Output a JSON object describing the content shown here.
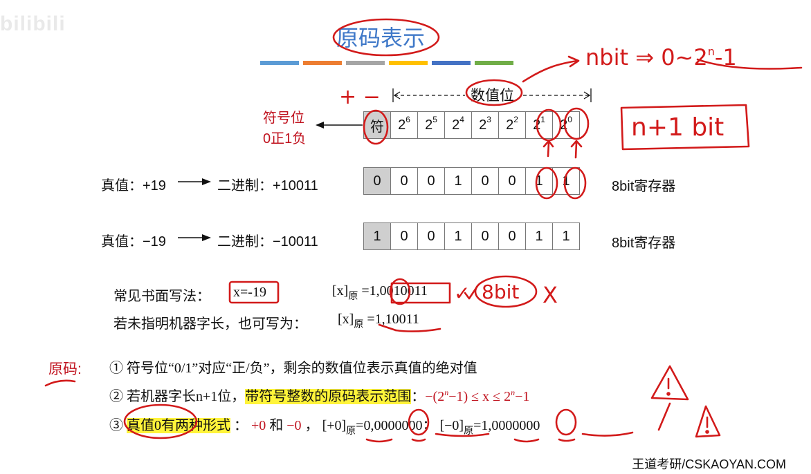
{
  "watermark": "bilibili",
  "title": "原码表示",
  "stripe_colors": [
    "#5b9bd5",
    "#ed7d31",
    "#a5a5a5",
    "#ffc000",
    "#4472c4",
    "#70ad47"
  ],
  "value_bits_label": "数值位",
  "sign_label_line1": "符号位",
  "sign_label_line2": "0正1负",
  "header_cells": [
    "符",
    "2",
    "2",
    "2",
    "2",
    "2",
    "2",
    "2"
  ],
  "header_exps": [
    "",
    "6",
    "5",
    "4",
    "3",
    "2",
    "1",
    "0"
  ],
  "row1": {
    "truth": "真值：+19",
    "binary": "二进制：+10011",
    "bits": [
      "0",
      "0",
      "0",
      "1",
      "0",
      "0",
      "1",
      "1"
    ],
    "register": "8bit寄存器"
  },
  "row2": {
    "truth": "真值：−19",
    "binary": "二进制：−10011",
    "bits": [
      "1",
      "0",
      "0",
      "1",
      "0",
      "0",
      "1",
      "1"
    ],
    "register": "8bit寄存器"
  },
  "written": {
    "label": "常见书面写法：",
    "x": "x=-19",
    "code_lhs": "[x]",
    "code_sub": "原",
    "code_rhs": "=1,0010011",
    "unspec_label": "若未指明机器字长，也可写为：",
    "code2_rhs": "=1,10011"
  },
  "rules": {
    "heading": "原码:",
    "item1": "① 符号位“0/1”对应“正/负”，剩余的数值位表示真值的绝对值",
    "item2_prefix": "② 若机器字长n+1位，",
    "item2_highlight": "带符号整数的原码表示范围",
    "item2_colon": "：",
    "item2_range_a": "−(2",
    "item2_range_exp": "n",
    "item2_range_b": "−1)   ≤  x  ≤  2",
    "item2_range_exp2": "n",
    "item2_range_c": "−1",
    "item3_prefix": "③",
    "item3_highlight": "真值0有两种形式",
    "item3_colon": "：",
    "item3_pos": "+0",
    "item3_and": "和",
    "item3_neg": "−0",
    "item3_comma": "，",
    "item3_c1": "[+0]",
    "item3_c1_rhs": "=0,0000000",
    "item3_sep": "；",
    "item3_c2": "[−0]",
    "item3_c2_rhs": "=1,0000000"
  },
  "annotations": {
    "plus_minus": "+  −",
    "nbit_range": "nbit ⇒ 0∼2",
    "nbit_exp": "n",
    "nbit_tail": "-1",
    "n1bit": "n+1 bit",
    "eight_bit": "8bit",
    "check": "✓",
    "cross": "X"
  },
  "footer": "王道考研/CSKAOYAN.COM"
}
